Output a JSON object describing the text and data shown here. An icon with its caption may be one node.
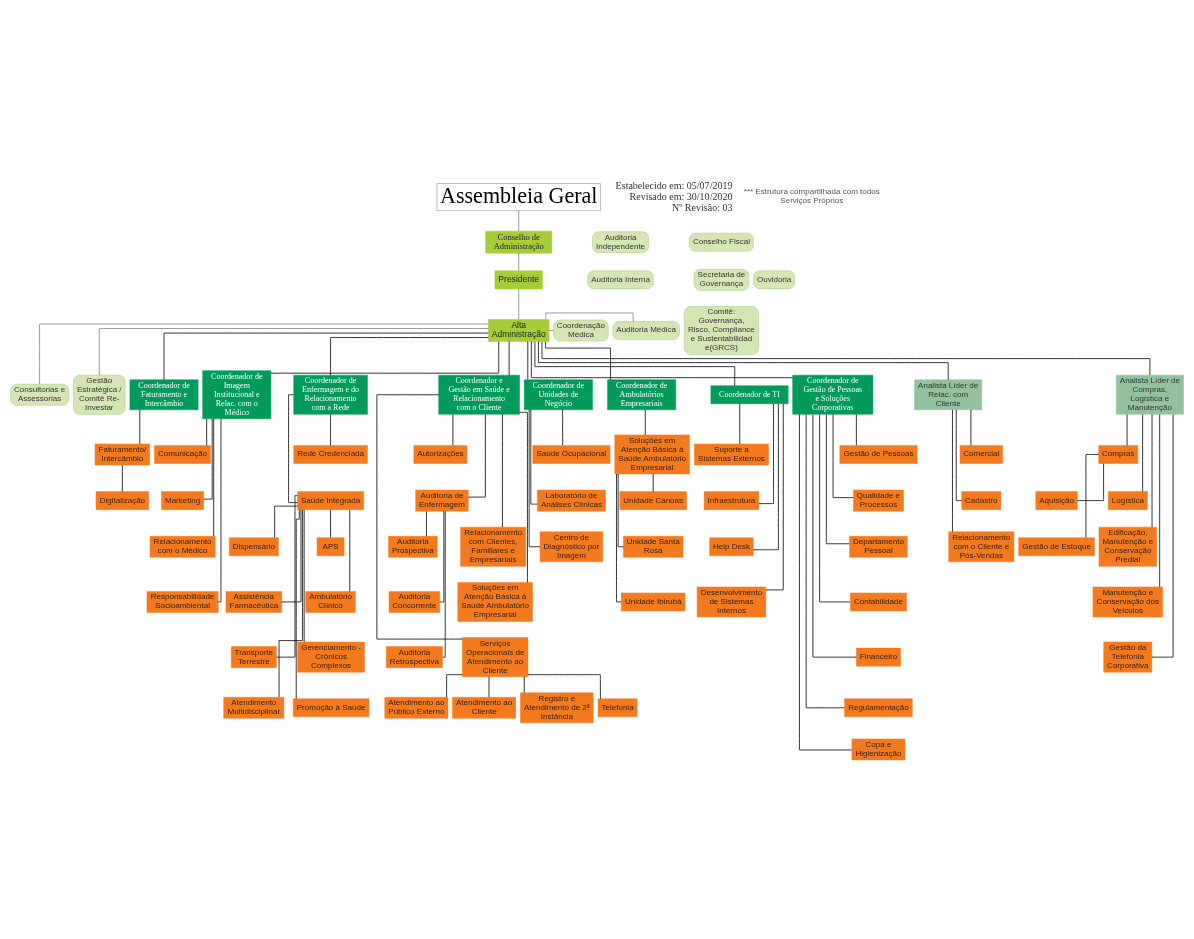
{
  "diagram": {
    "nodes": [
      {
        "text": [
          "Assembleia Geral"
        ]
      },
      {
        "text": [
          "Auditoria Independente"
        ]
      },
      {
        "text": [
          "Auditoria Interna"
        ]
      },
      {
        "text": [
          "Conselho de Administração"
        ]
      },
      {
        "text": [
          "Conselho Fiscal"
        ]
      },
      {
        "text": [
          "Secretaria de Governança"
        ]
      },
      {
        "text": [
          "Comitê: Governança, Risco, Compliance e Sustentabilidade(GRCS)"
        ]
      },
      {
        "text": [
          "Ouvidoria"
        ]
      },
      {
        "text": [
          "Presidente"
        ]
      },
      {
        "text": [
          "Alta Administração"
        ]
      },
      {
        "text": [
          "Auditoria Médica"
        ]
      },
      {
        "text": [
          "Coordenação Médica"
        ]
      },
      {
        "text": [
          "Consultorias e Assessorias"
        ]
      },
      {
        "text": [
          "Gestão Estratégica / Comitê Re-Investar"
        ]
      },
      {
        "text": [
          "Coordenador de Faturamento e Intercâmbio"
        ]
      },
      {
        "text": [
          "Coordenador de Imagem Institucional e Relac. com o Médico"
        ]
      },
      {
        "text": [
          "Coordenador de Enfermagem e do Relacionamento com a Rede"
        ]
      },
      {
        "text": [
          "Coordenador e Gestão em Saúde e Relacionamento com o Cliente"
        ]
      },
      {
        "text": [
          "Coordenador de Unidades de Negócio"
        ]
      },
      {
        "text": [
          "Coordenador de Ambulatórios Empresariais"
        ]
      },
      {
        "text": [
          "Coordenador de TI"
        ]
      },
      {
        "text": [
          "Coordenador de Gestão de Pessoas e Soluções Corporativas"
        ]
      },
      {
        "text": [
          "Analista Líder de Relac. com Cliente"
        ]
      },
      {
        "text": [
          "Comercial"
        ]
      },
      {
        "text": [
          "Cadastro"
        ]
      },
      {
        "text": [
          "Relacionamento com o Cliente e Pós-Vendas"
        ]
      },
      {
        "text": [
          "Faturamento/ Intercâmbio"
        ]
      },
      {
        "text": [
          "Digitalização"
        ]
      },
      {
        "text": [
          "Comunicação"
        ]
      },
      {
        "text": [
          "Marketing"
        ]
      },
      {
        "text": [
          "Relacionamento com o Médico"
        ]
      },
      {
        "text": [
          "Responsabilidade Socioambiental"
        ]
      },
      {
        "text": [
          "Rede Credenciada"
        ]
      },
      {
        "text": [
          "Saúde Integrada"
        ]
      },
      {
        "text": [
          "Dispensário"
        ]
      },
      {
        "text": [
          "APS"
        ]
      },
      {
        "text": [
          "Assistência Farmacêutica"
        ]
      },
      {
        "text": [
          "Ambulatório Clínico"
        ]
      },
      {
        "text": [
          "Transporte Terrestre"
        ]
      },
      {
        "text": [
          "Gerenciamento - Crônicos Complexos"
        ]
      },
      {
        "text": [
          "Atendimento Multidisciplinar"
        ]
      },
      {
        "text": [
          "Promoção à Saúde"
        ]
      },
      {
        "text": [
          "Autorizações"
        ]
      },
      {
        "text": [
          "Auditoria de Enfermagem"
        ]
      },
      {
        "text": [
          "Auditoria Prospectiva"
        ]
      },
      {
        "text": [
          "Auditoria Concorrente"
        ]
      },
      {
        "text": [
          "Auditoria Retrospectiva"
        ]
      },
      {
        "text": [
          "Relacionamento com Clientes, Familiares e Empresariais"
        ]
      },
      {
        "text": [
          "Soluções em Atenção Básica à Saúde Ambulatório Empresarial"
        ]
      },
      {
        "text": [
          "Serviços Operacionais de Atendimento ao Cliente"
        ]
      },
      {
        "text": [
          "Atendimento ao Público Externo"
        ]
      },
      {
        "text": [
          "Atendimento ao Cliente"
        ]
      },
      {
        "text": [
          "Registro e Atendimento de 2ª Instância"
        ]
      },
      {
        "text": [
          "Telefonia"
        ]
      },
      {
        "text": [
          "Saúde Ocupacional"
        ]
      },
      {
        "text": [
          "Laboratório de Análises Clínicas"
        ]
      },
      {
        "text": [
          "Centro de Diagnóstico por Imagem"
        ]
      },
      {
        "text": [
          "Soluções em Atenção Básica à Saúde Ambulatório Empresarial"
        ]
      },
      {
        "text": [
          "Unidade Canoas"
        ]
      },
      {
        "text": [
          "Unidade Santa Rosa"
        ]
      },
      {
        "text": [
          "Unidade Ibirubá"
        ]
      },
      {
        "text": [
          "Suporte a Sistemas Externos"
        ]
      },
      {
        "text": [
          "Infraestrutura"
        ]
      },
      {
        "text": [
          "Help Desk"
        ]
      },
      {
        "text": [
          "Desenvolvimento de Sistemas Internos"
        ]
      },
      {
        "text": [
          "Gestão de Pessoas"
        ]
      },
      {
        "text": [
          "Qualidade e Processos"
        ]
      },
      {
        "text": [
          "Departamento Pessoal"
        ]
      },
      {
        "text": [
          "Contabilidade"
        ]
      },
      {
        "text": [
          "Financeiro"
        ]
      },
      {
        "text": [
          "Regulamentação"
        ]
      },
      {
        "text": [
          "Copa e Higienização"
        ]
      },
      {
        "text": [
          "Analista Líder de Compras, Logística e Manutenção"
        ]
      },
      {
        "text": [
          "Compras"
        ]
      },
      {
        "text": [
          "Aquisição"
        ]
      },
      {
        "text": [
          "Gestão de Estoque"
        ]
      },
      {
        "text": [
          "Logística"
        ]
      },
      {
        "text": [
          "Edificação, Manutenção e Conservação Predial"
        ]
      },
      {
        "text": [
          "Manutenção e Conservação dos Veículos"
        ]
      },
      {
        "text": [
          "Gestão da Telefonia Corporativa"
        ]
      }
    ],
    "edges": [
      {
        "from": 0,
        "to": 3,
        "arrow": "none",
        "color": "#808080"
      },
      {
        "from": 3,
        "to": 8,
        "arrow": "none",
        "color": "#808080"
      },
      {
        "from": 8,
        "to": 9,
        "arrow": "none",
        "color": "#808080"
      },
      {
        "from": 9,
        "to": 10,
        "arrow": "none",
        "color": "#808080"
      },
      {
        "from": 9,
        "to": 11,
        "arrow": "none",
        "color": "#808080"
      },
      {
        "from": 9,
        "to": 12,
        "arrow": "none",
        "color": "#808080"
      },
      {
        "from": 9,
        "to": 13,
        "arrow": "none",
        "color": "#808080"
      },
      {
        "from": 9,
        "to": 22,
        "arrow": "none"
      },
      {
        "from": 9,
        "to": 14,
        "arrow": "none"
      },
      {
        "from": 9,
        "to": 15,
        "arrow": "none"
      },
      {
        "from": 9,
        "to": 16,
        "arrow": "none"
      },
      {
        "from": 9,
        "to": 17,
        "arrow": "none"
      },
      {
        "from": 9,
        "to": 18,
        "arrow": "none"
      },
      {
        "from": 9,
        "to": 19,
        "arrow": "none"
      },
      {
        "from": 9,
        "to": 20,
        "arrow": "none"
      },
      {
        "from": 9,
        "to": 21,
        "arrow": "none"
      },
      {
        "from": 9,
        "to": 72,
        "arrow": "none"
      },
      {
        "from": 22,
        "to": 23,
        "arrow": "none"
      },
      {
        "from": 22,
        "to": 24,
        "arrow": "none"
      },
      {
        "from": 22,
        "to": 25,
        "arrow": "none"
      },
      {
        "from": 14,
        "to": 26,
        "arrow": "none"
      },
      {
        "from": 26,
        "to": 27,
        "arrow": "none"
      },
      {
        "from": 15,
        "to": 28,
        "arrow": "none"
      },
      {
        "from": 15,
        "to": 29,
        "arrow": "none"
      },
      {
        "from": 15,
        "to": 30,
        "arrow": "none"
      },
      {
        "from": 15,
        "to": 31,
        "arrow": "none"
      },
      {
        "from": 16,
        "to": 32,
        "arrow": "none"
      },
      {
        "from": 16,
        "to": 33,
        "arrow": "none"
      },
      {
        "from": 33,
        "to": 34,
        "arrow": "none"
      },
      {
        "from": 33,
        "to": 35,
        "arrow": "none"
      },
      {
        "from": 33,
        "to": 36,
        "arrow": "none"
      },
      {
        "from": 33,
        "to": 37,
        "arrow": "none"
      },
      {
        "from": 33,
        "to": 38,
        "arrow": "none"
      },
      {
        "from": 33,
        "to": 39,
        "arrow": "none"
      },
      {
        "from": 33,
        "to": 40,
        "arrow": "none"
      },
      {
        "from": 33,
        "to": 41,
        "arrow": "none"
      },
      {
        "from": 17,
        "to": 42,
        "arrow": "none"
      },
      {
        "from": 17,
        "to": 43,
        "arrow": "none"
      },
      {
        "from": 43,
        "to": 44,
        "arrow": "none"
      },
      {
        "from": 43,
        "to": 45,
        "arrow": "none"
      },
      {
        "from": 43,
        "to": 46,
        "arrow": "none"
      },
      {
        "from": 17,
        "to": 47,
        "arrow": "none"
      },
      {
        "from": 17,
        "to": 48,
        "arrow": "none"
      },
      {
        "from": 17,
        "to": 49,
        "arrow": "none"
      },
      {
        "from": 49,
        "to": 50,
        "arrow": "none"
      },
      {
        "from": 49,
        "to": 51,
        "arrow": "none"
      },
      {
        "from": 49,
        "to": 52,
        "arrow": "none"
      },
      {
        "from": 49,
        "to": 53,
        "arrow": "none"
      },
      {
        "from": 18,
        "to": 54,
        "arrow": "none"
      },
      {
        "from": 18,
        "to": 55,
        "arrow": "none"
      },
      {
        "from": 18,
        "to": 56,
        "arrow": "none"
      },
      {
        "from": 19,
        "to": 57,
        "arrow": "none"
      },
      {
        "from": 57,
        "to": 58,
        "arrow": "none"
      },
      {
        "from": 57,
        "to": 59,
        "arrow": "none"
      },
      {
        "from": 57,
        "to": 60,
        "arrow": "none"
      },
      {
        "from": 20,
        "to": 61,
        "arrow": "none"
      },
      {
        "from": 20,
        "to": 62,
        "arrow": "none"
      },
      {
        "from": 20,
        "to": 63,
        "arrow": "none"
      },
      {
        "from": 20,
        "to": 64,
        "arrow": "none"
      },
      {
        "from": 21,
        "to": 65,
        "arrow": "none"
      },
      {
        "from": 21,
        "to": 66,
        "arrow": "none"
      },
      {
        "from": 21,
        "to": 67,
        "arrow": "none"
      },
      {
        "from": 21,
        "to": 68,
        "arrow": "none"
      },
      {
        "from": 21,
        "to": 69,
        "arrow": "none"
      },
      {
        "from": 21,
        "to": 70,
        "arrow": "none"
      },
      {
        "from": 21,
        "to": 71,
        "arrow": "none"
      },
      {
        "from": 72,
        "to": 73,
        "arrow": "none"
      },
      {
        "from": 73,
        "to": 74,
        "arrow": "none"
      },
      {
        "from": 73,
        "to": 75,
        "arrow": "none"
      },
      {
        "from": 72,
        "to": 76,
        "arrow": "none"
      },
      {
        "from": 72,
        "to": 77,
        "arrow": "none"
      },
      {
        "from": 72,
        "to": 78,
        "arrow": "none"
      },
      {
        "from": 72,
        "to": 79,
        "arrow": "none"
      }
    ],
    "labels": [
      "Estabelecido em: 05/07/2019",
      "Revisado em: 30/10/2020",
      "Nº Revisão: 03",
      "*** Estrutura compartilhada com todos Serviços Próprios"
    ]
  }
}
